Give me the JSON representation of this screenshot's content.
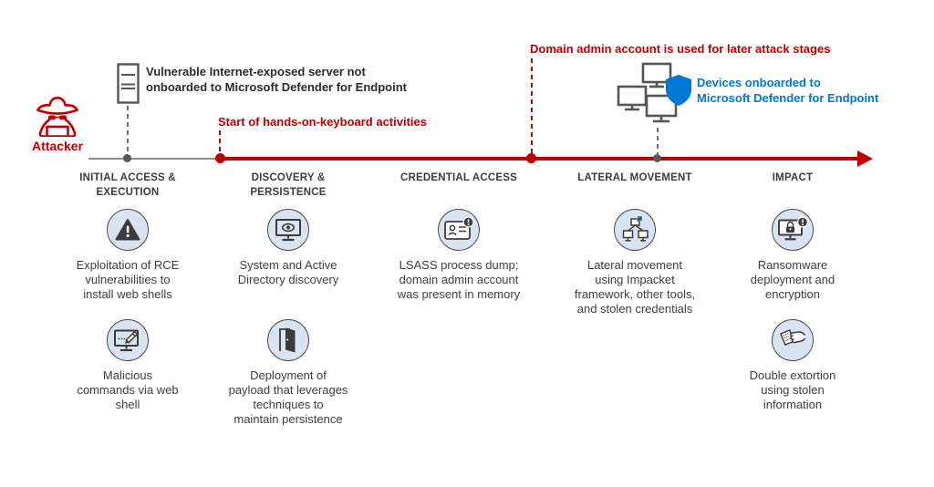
{
  "colors": {
    "red": "#c00000",
    "blue": "#0078d4",
    "gray": "#8c8c8c",
    "dark": "#404040",
    "circle_fill": "#d9e3f1"
  },
  "attacker": {
    "label": "Attacker"
  },
  "annotations": {
    "server_note": "Vulnerable Internet-exposed server not\nonboarded to Microsoft Defender for Endpoint",
    "hands_on_keyboard": "Start of hands-on-keyboard activities",
    "domain_admin": "Domain admin account is used for later attack stages",
    "devices_onboarded": "Devices onboarded to\nMicrosoft Defender for Endpoint"
  },
  "stages": [
    {
      "label": "INITIAL ACCESS &\nEXECUTION",
      "items": [
        {
          "icon": "warning-triangle",
          "text": "Exploitation of RCE\nvulnerabilities to\ninstall web shells"
        },
        {
          "icon": "monitor-pencil",
          "text": "Malicious\ncommands via web\nshell"
        }
      ]
    },
    {
      "label": "DISCOVERY &\nPERSISTENCE",
      "items": [
        {
          "icon": "monitor-eye",
          "text": "System and Active\nDirectory discovery"
        },
        {
          "icon": "open-door",
          "text": "Deployment of\npayload that leverages\ntechniques to\nmaintain persistence"
        }
      ]
    },
    {
      "label": "CREDENTIAL ACCESS",
      "items": [
        {
          "icon": "id-card-alert",
          "text": "LSASS process dump;\ndomain admin account\nwas present in memory"
        }
      ]
    },
    {
      "label": "LATERAL MOVEMENT",
      "items": [
        {
          "icon": "network-devices",
          "text": "Lateral movement\nusing Impacket\nframework, other tools,\nand stolen credentials"
        }
      ]
    },
    {
      "label": "IMPACT",
      "items": [
        {
          "icon": "monitor-lock-alert",
          "text": "Ransomware\ndeployment and\nencryption"
        },
        {
          "icon": "hand-document",
          "text": "Double extortion\nusing stolen\ninformation"
        }
      ]
    }
  ]
}
